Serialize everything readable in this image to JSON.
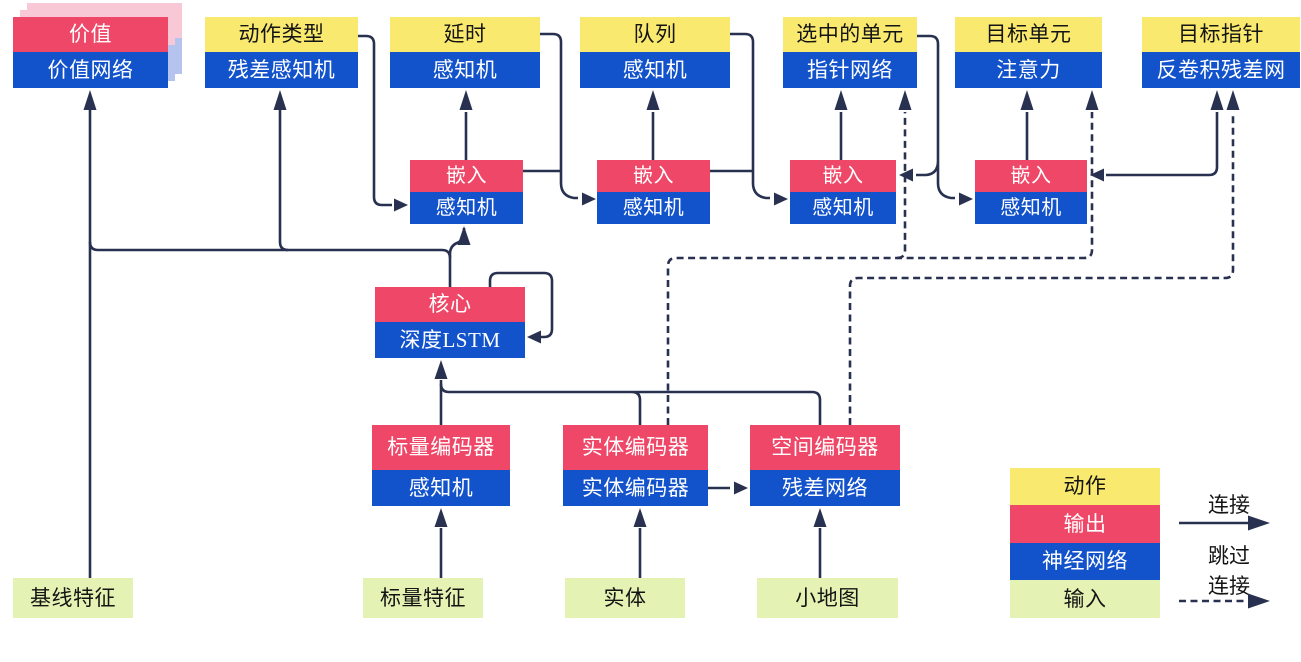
{
  "palette": {
    "action_yellow": "#f9e96e",
    "output_red": "#ee4768",
    "network_blue": "#1252cb",
    "input_green": "#e4f2b3",
    "connector_navy": "#293150",
    "value_shadow_pink": "#f8c8d7",
    "value_shadow_blue": "#b5c3ee"
  },
  "heads": [
    {
      "top": "价值",
      "bottom": "价值网络"
    },
    {
      "top": "动作类型",
      "bottom": "残差感知机"
    },
    {
      "top": "延时",
      "bottom": "感知机"
    },
    {
      "top": "队列",
      "bottom": "感知机"
    },
    {
      "top": "选中的单元",
      "bottom": "指针网络"
    },
    {
      "top": "目标单元",
      "bottom": "注意力"
    },
    {
      "top": "目标指针",
      "bottom": "反卷积残差网"
    }
  ],
  "embeddings": [
    {
      "top": "嵌入",
      "bottom": "感知机"
    },
    {
      "top": "嵌入",
      "bottom": "感知机"
    },
    {
      "top": "嵌入",
      "bottom": "感知机"
    },
    {
      "top": "嵌入",
      "bottom": "感知机"
    }
  ],
  "core": {
    "top": "核心",
    "bottom": "深度LSTM"
  },
  "encoders": [
    {
      "top": "标量编码器",
      "bottom": "感知机"
    },
    {
      "top": "实体编码器",
      "bottom": "实体编码器"
    },
    {
      "top": "空间编码器",
      "bottom": "残差网络"
    }
  ],
  "inputs": [
    {
      "label": "基线特征"
    },
    {
      "label": "标量特征"
    },
    {
      "label": "实体"
    },
    {
      "label": "小地图"
    }
  ],
  "legend": {
    "items": [
      {
        "label": "动作",
        "color": "#f9e96e"
      },
      {
        "label": "输出",
        "color": "#ee4768"
      },
      {
        "label": "神经网络",
        "color": "#1252cb"
      },
      {
        "label": "输入",
        "color": "#e4f2b3"
      }
    ],
    "connection_label": "连接",
    "skip_label_line1": "跳过",
    "skip_label_line2": "连接"
  }
}
